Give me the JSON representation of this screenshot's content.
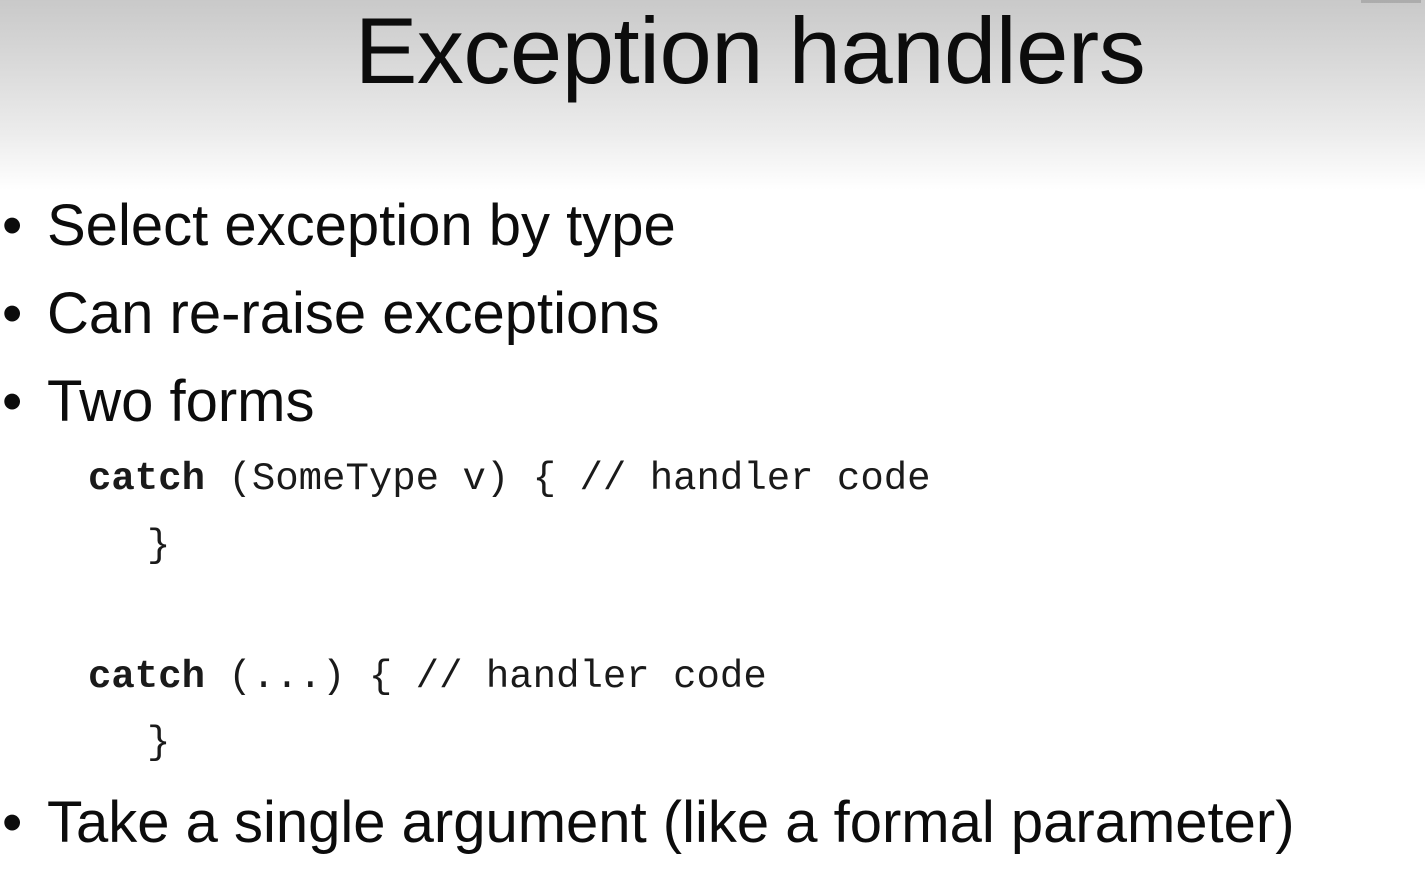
{
  "slide": {
    "title": "Exception handlers",
    "bullets": [
      "Select exception by type",
      "Can re-raise exceptions",
      "Two forms",
      "Take a single argument (like a formal parameter)"
    ],
    "bullet_glyph": "•",
    "code_form_1": {
      "keyword": "catch",
      "rest": " (SomeType v) { // handler code",
      "close": "}"
    },
    "code_form_2": {
      "keyword": "catch",
      "rest": " (...) { // handler code",
      "close": "}"
    }
  }
}
